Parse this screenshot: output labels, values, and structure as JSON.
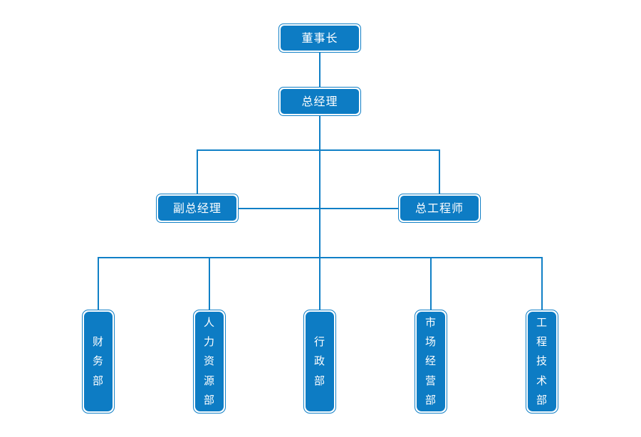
{
  "diagram": {
    "type": "organization-chart",
    "title": "",
    "background_color": "#ffffff",
    "box_fill_color": "#0d7cc4",
    "box_border_color": "#0f7fc6",
    "line_color": "#0f7fc6",
    "text_color": "#ffffff",
    "levels": [
      {
        "level": 1,
        "nodes": [
          {
            "id": "chairman",
            "label": "董事长",
            "orientation": "horizontal"
          }
        ]
      },
      {
        "level": 2,
        "nodes": [
          {
            "id": "general-manager",
            "label": "总经理",
            "orientation": "horizontal"
          }
        ]
      },
      {
        "level": 3,
        "nodes": [
          {
            "id": "deputy-general-manager",
            "label": "副总经理",
            "orientation": "horizontal"
          },
          {
            "id": "chief-engineer",
            "label": "总工程师",
            "orientation": "horizontal"
          }
        ]
      },
      {
        "level": 4,
        "nodes": [
          {
            "id": "finance-department",
            "label": "财务部",
            "orientation": "vertical",
            "characters": [
              "财",
              "务",
              "部"
            ]
          },
          {
            "id": "human-resources-department",
            "label": "人力资源部",
            "orientation": "vertical",
            "characters": [
              "人",
              "力",
              "资",
              "源",
              "部"
            ]
          },
          {
            "id": "administration-department",
            "label": "行政部",
            "orientation": "vertical",
            "characters": [
              "行",
              "政",
              "部"
            ]
          },
          {
            "id": "marketing-department",
            "label": "市场经营部",
            "orientation": "vertical",
            "characters": [
              "市",
              "场",
              "经",
              "营",
              "部"
            ]
          },
          {
            "id": "engineering-technology-department",
            "label": "工程技术部",
            "orientation": "vertical",
            "characters": [
              "工",
              "程",
              "技",
              "术",
              "部"
            ]
          }
        ]
      }
    ]
  }
}
